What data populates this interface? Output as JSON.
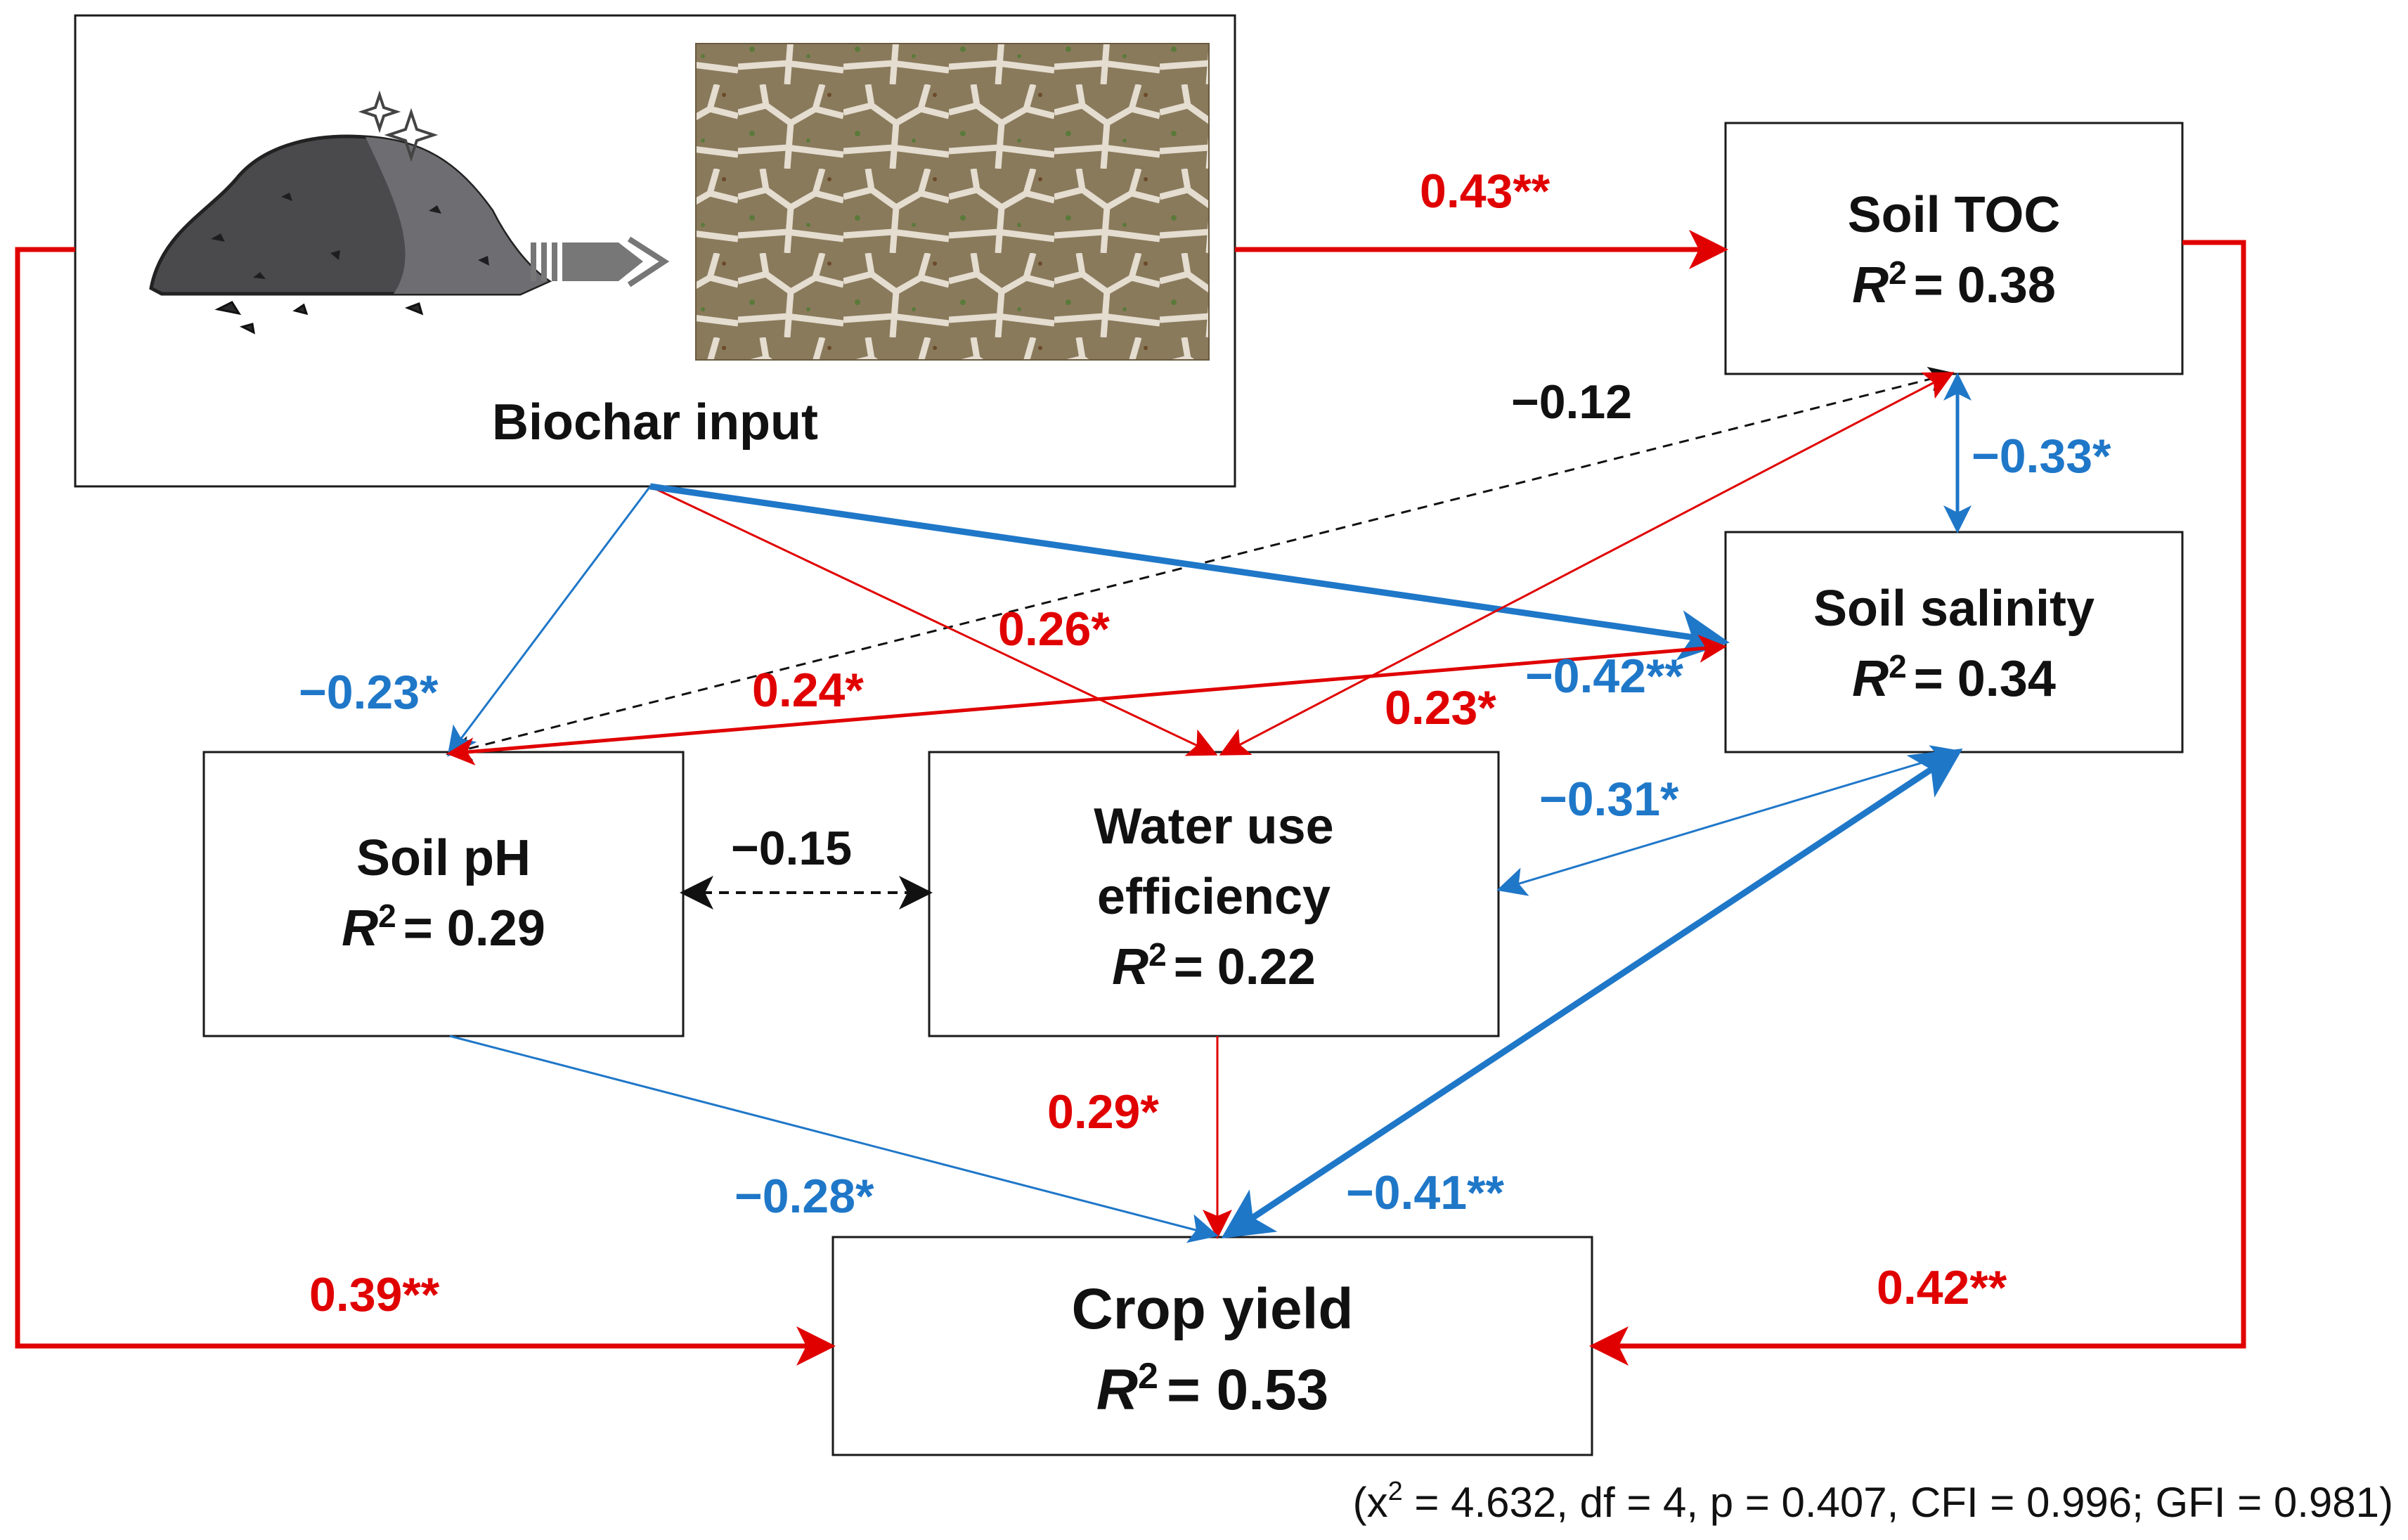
{
  "colors": {
    "positive": "#e00000",
    "negative": "#1f77c8",
    "nonsignificant": "#111111"
  },
  "nodes": {
    "biochar": {
      "label": "Biochar input",
      "icons": [
        "biochar-pile-icon",
        "sparkle-icon",
        "arrow-right-icon",
        "cracked-saline-soil-photo"
      ]
    },
    "toc": {
      "label": "Soil TOC",
      "r2_label": "R",
      "r2_sup": "2",
      "r2_value": "= 0.38"
    },
    "salinity": {
      "label": "Soil salinity",
      "r2_label": "R",
      "r2_sup": "2",
      "r2_value": "= 0.34"
    },
    "ph": {
      "label": "Soil pH",
      "r2_label": "R",
      "r2_sup": "2",
      "r2_value": "= 0.29"
    },
    "wue": {
      "label_line1": "Water use",
      "label_line2": "efficiency",
      "r2_label": "R",
      "r2_sup": "2",
      "r2_value": "= 0.22"
    },
    "yield": {
      "label": "Crop yield",
      "r2_label": "R",
      "r2_sup": "2",
      "r2_value": "= 0.53"
    }
  },
  "paths": {
    "biochar_toc": "0.43**",
    "biochar_yield": "0.39**",
    "toc_yield": "0.42**",
    "toc_salinity": "−0.33*",
    "toc_ph": "−0.12",
    "biochar_ph": "−0.23*",
    "biochar_wue": "0.26*",
    "salinity_ph": "0.24*",
    "toc_wue": "0.23*",
    "biochar_salinity": "−0.42**",
    "salinity_wue": "−0.31*",
    "ph_wue": "−0.15",
    "wue_yield": "0.29*",
    "ph_yield": "−0.28*",
    "salinity_yield": "−0.41**"
  },
  "fit": {
    "open": "(x",
    "sup": "2",
    "rest": " = 4.632, df = 4, p = 0.407, CFI = 0.996; GFI = 0.981)"
  }
}
